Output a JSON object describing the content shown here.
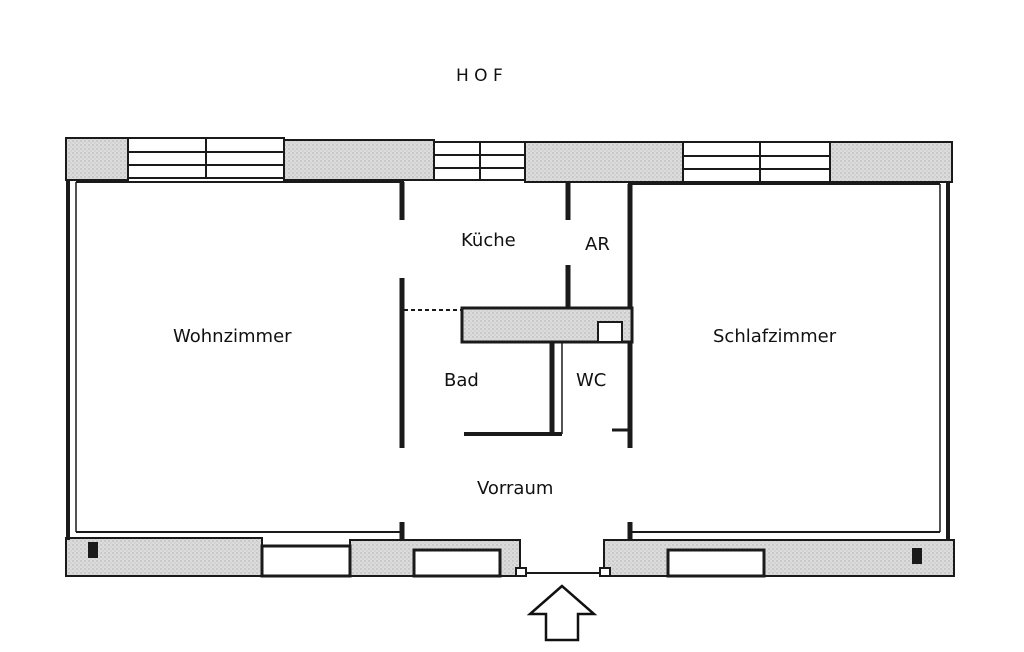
{
  "heading": "H O F",
  "rooms": {
    "kueche": "Küche",
    "ar": "AR",
    "wohnzimmer": "Wohnzimmer",
    "schlafzimmer": "Schlafzimmer",
    "bad": "Bad",
    "wc": "WC",
    "vorraum": "Vorraum"
  },
  "colors": {
    "wall_fill": "#d6d6d6",
    "wall_line": "#1a1a1a",
    "background": "#ffffff"
  },
  "entrance_arrow_icon": "arrow-up-outline-icon"
}
